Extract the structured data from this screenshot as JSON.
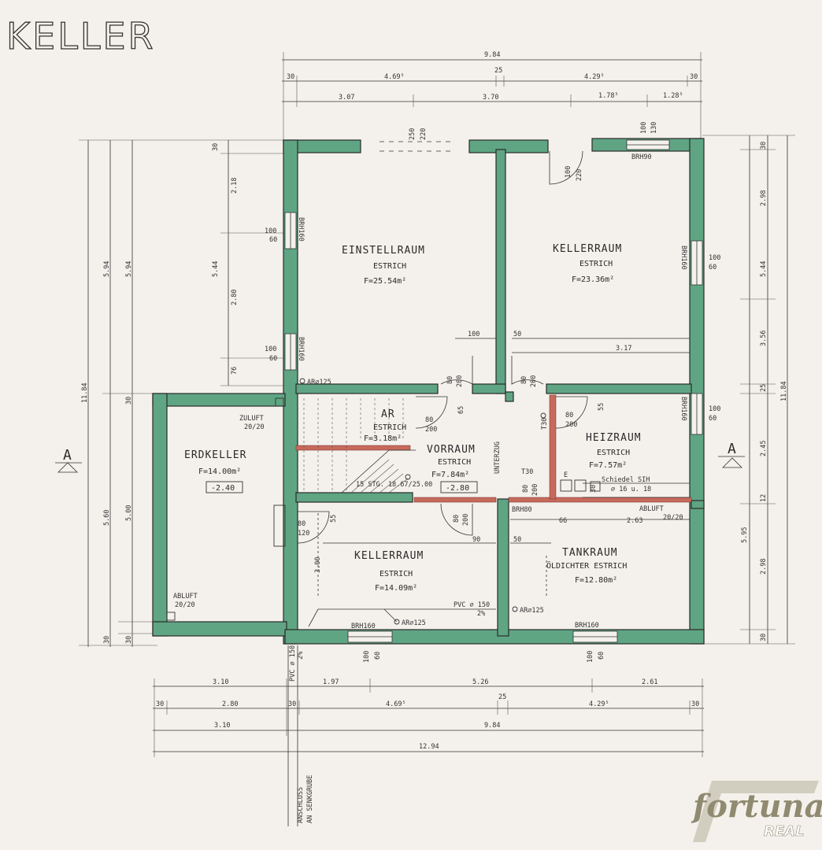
{
  "title": "KELLER",
  "logo": {
    "brand": "fortuna",
    "sub": "REAL"
  },
  "section_marker": "A",
  "rooms": {
    "einstell": {
      "name": "EINSTELLRAUM",
      "floor": "ESTRICH",
      "area": "F=25.54m²"
    },
    "keller_top": {
      "name": "KELLERRAUM",
      "floor": "ESTRICH",
      "area": "F=23.36m²"
    },
    "erdkeller": {
      "name": "ERDKELLER",
      "area": "F=14.00m²",
      "level": "-2.40"
    },
    "ar": {
      "name": "AR",
      "floor": "ESTRICH",
      "area": "F=3.18m²"
    },
    "vorraum": {
      "name": "VORRAUM",
      "floor": "ESTRICH",
      "area": "F=7.84m²",
      "level": "-2.80"
    },
    "heizraum": {
      "name": "HEIZRAUM",
      "floor": "ESTRICH",
      "area": "F=7.57m²"
    },
    "keller_bottom": {
      "name": "KELLERRAUM",
      "floor": "ESTRICH",
      "area": "F=14.09m²"
    },
    "tankraum": {
      "name": "TANKRAUM",
      "floor": "ÖLDICHTER ESTRICH",
      "area": "F=12.80m²"
    }
  },
  "notes": {
    "zuluft": "ZULUFT",
    "zuluft_size": "20/20",
    "abluft_left": "ABLUFT",
    "abluft_left_size": "20/20",
    "abluft_right": "ABLUFT",
    "abluft_right_size": "20/20",
    "ar125_a": "AR⌀125",
    "ar125_b": "AR⌀125",
    "ar125_c": "AR⌀125",
    "stg": "15 STG. 18.67/25.00",
    "unterzug": "UNTERZUG",
    "schiedel": "Schiedel SIH",
    "schiedel_d": "⌀ 16 u. 18",
    "pvc1": "PVC ⌀ 150",
    "pvc1_slope": "2%",
    "pvc2": "PVC ⌀ 150",
    "pvc2_slope": "2%",
    "anschluss": "ANSCHLUSS",
    "senkgrube": "AN SENKGRUBE",
    "t30_a": "T30",
    "t30_b": "T30",
    "brh90": "BRH90",
    "brh160_l1": "BRH160",
    "brh160_l2": "BRH160",
    "brh160_r1": "BRH160",
    "brh160_r2": "BRH160",
    "brh160_b1": "BRH160",
    "brh160_b2": "BRH160",
    "brh80": "BRH80"
  },
  "dims": {
    "top_total": "9.84",
    "top_row2": [
      "30",
      "4.69⁵",
      "25",
      "4.29⁵",
      "30"
    ],
    "top_row3": [
      "3.07",
      "3.70",
      "1.78⁵",
      "1.28⁵"
    ],
    "top_door": [
      "250",
      "220"
    ],
    "top_door2": [
      "100",
      "220"
    ],
    "top_win": [
      "100",
      "130"
    ],
    "bot_row1": [
      "3.10",
      "1.97",
      "5.26",
      "2.61"
    ],
    "bot_row2": [
      "30",
      "2.80",
      "30",
      "4.69⁵",
      "25",
      "4.29⁵",
      "30"
    ],
    "bot_row3": [
      "3.10",
      "9.84"
    ],
    "bot_total": "12.94",
    "left_outer": [
      "11.84"
    ],
    "left_col2": [
      "5.94",
      "5.60",
      "30"
    ],
    "left_col3": [
      "5.94",
      "30",
      "5.00",
      "30"
    ],
    "left_col4": [
      "30",
      "2.18",
      "5.44",
      "2.80",
      "76"
    ],
    "right_outer": [
      "11.84"
    ],
    "right_col1": [
      "30",
      "2.98",
      "5.44",
      "3.56",
      "25",
      "2.45",
      "12",
      "5.95",
      "2.98",
      "30"
    ],
    "win_left": [
      "100",
      "60",
      "100",
      "60"
    ],
    "win_right": [
      "100",
      "60",
      "100",
      "60"
    ],
    "win_bottom": [
      "100",
      "60",
      "100",
      "60"
    ],
    "misc": [
      "100",
      "50",
      "3.17",
      "80",
      "200",
      "80",
      "200",
      "65",
      "80",
      "200",
      "55",
      "80",
      "200",
      "55",
      "80",
      "120",
      "3.00",
      "66",
      "2.63",
      "90",
      "50",
      "80",
      "200",
      "80",
      "200",
      "E",
      "30"
    ]
  }
}
